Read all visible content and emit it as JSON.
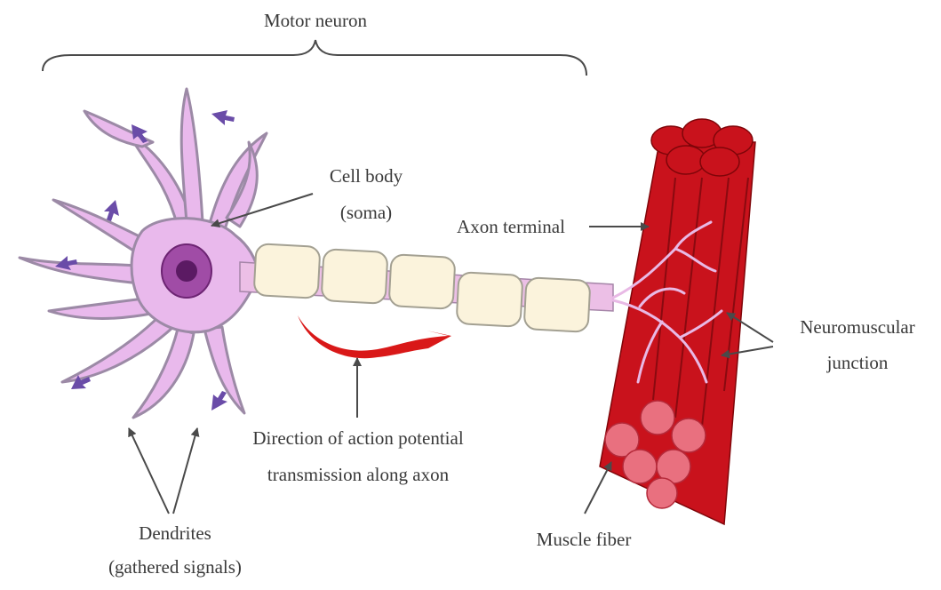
{
  "labels": {
    "motor_neuron": "Motor neuron",
    "cell_body": "Cell body",
    "soma": "(soma)",
    "axon_terminal": "Axon terminal",
    "neuromuscular_1": "Neuromuscular",
    "neuromuscular_2": "junction",
    "direction_1": "Direction of action potential",
    "direction_2": "transmission along axon",
    "dendrites_1": "Dendrites",
    "dendrites_2": "(gathered signals)",
    "muscle_fiber": "Muscle fiber"
  },
  "colors": {
    "soma": "#e9b9ec",
    "nucleus": "#8a2e8f",
    "myelin": "#fbf3dc",
    "muscle": "#c9121c",
    "signal_arrow": "#d91818",
    "dendrite_arrows": "#6a4ca8"
  }
}
